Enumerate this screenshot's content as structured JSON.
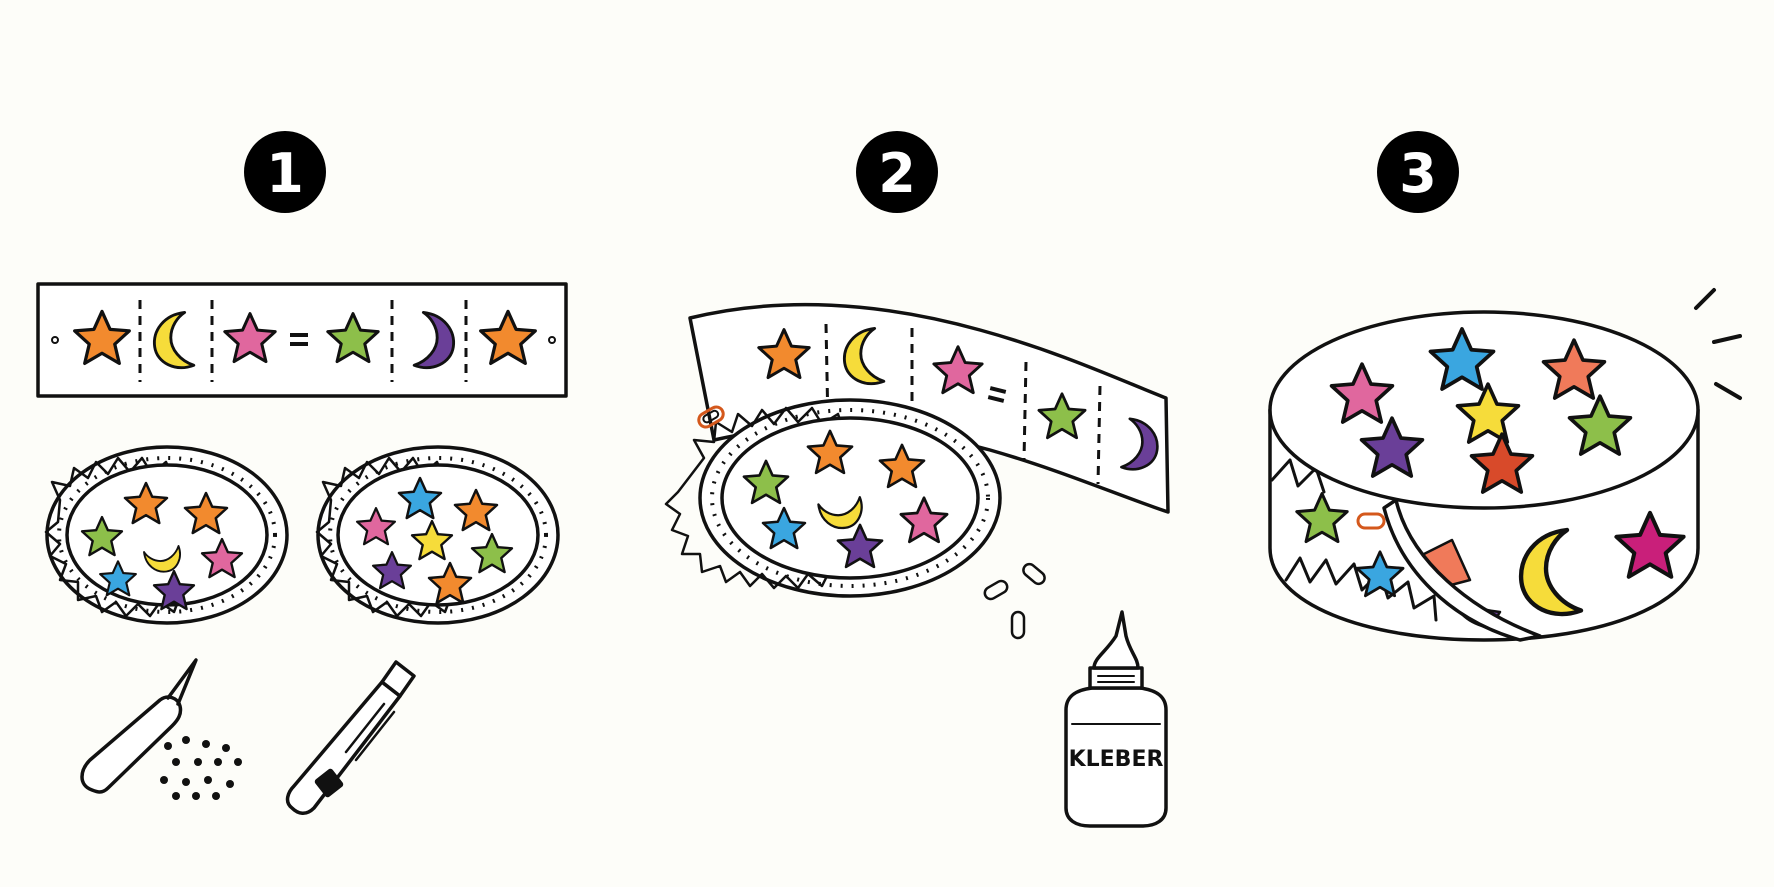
{
  "steps": [
    {
      "number": "1"
    },
    {
      "number": "2"
    },
    {
      "number": "3"
    }
  ],
  "glue_bottle": {
    "label": "KLEBER"
  },
  "colors": {
    "orange": "#f28a2e",
    "yellow": "#f6dc3a",
    "pink": "#e0679e",
    "green": "#8dbf4a",
    "purple": "#6a3f98",
    "blue": "#3aa6e0",
    "red": "#d84a2a",
    "magenta": "#c91f7a",
    "coral": "#f07a5a",
    "background": "#fdfdf9"
  },
  "icons": [
    "awl-icon",
    "craft-knife-icon",
    "paper-clip-icon",
    "glue-bottle-icon",
    "star-sticker-icon",
    "moon-sticker-icon"
  ]
}
